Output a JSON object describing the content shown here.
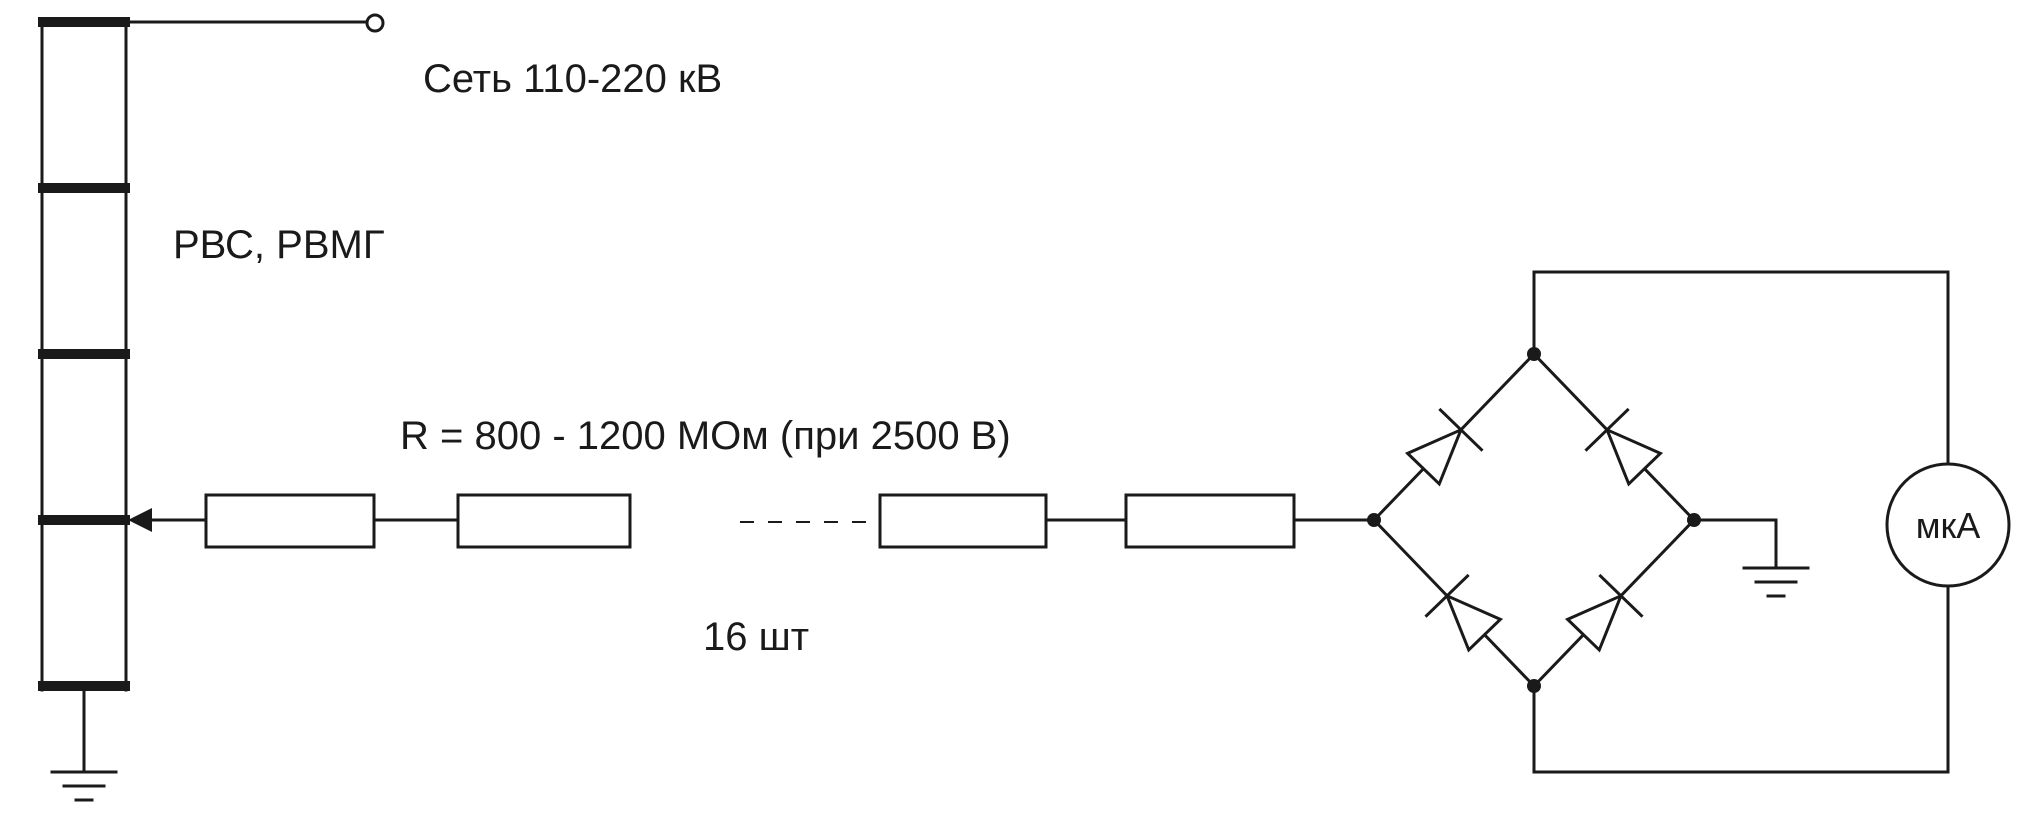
{
  "labels": {
    "network": "Сеть 110-220 кВ",
    "arrester": "РВС, РВМГ",
    "resistance": "R = 800 - 1200 МОм (при 2500 В)",
    "count": "16 шт",
    "meter": "мкА"
  },
  "colors": {
    "ink": "#1a1a1a",
    "background": "#ffffff"
  },
  "icons": [
    "ground-icon",
    "resistor-icon",
    "diode-icon",
    "microammeter-icon",
    "terminal-icon"
  ]
}
